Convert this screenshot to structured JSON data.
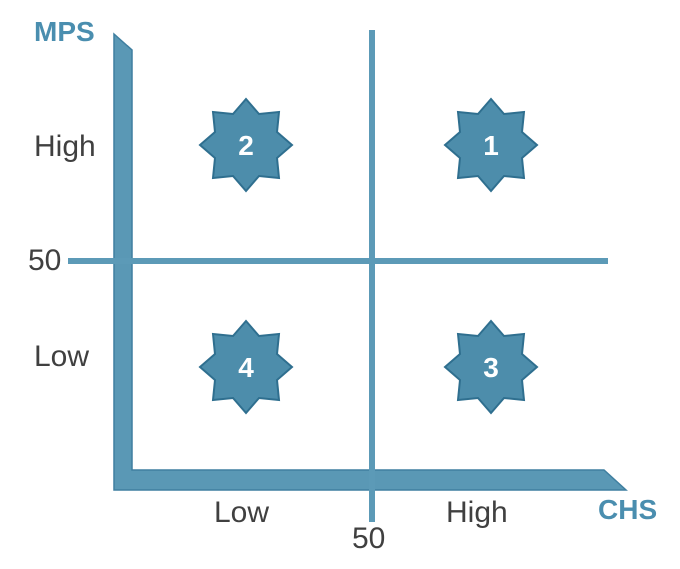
{
  "axes": {
    "y_title": "MPS",
    "x_title": "CHS",
    "y_high": "High",
    "y_low": "Low",
    "y_mid": "50",
    "x_low": "Low",
    "x_high": "High",
    "x_mid": "50"
  },
  "quadrants": [
    {
      "id": "2",
      "label": "2"
    },
    {
      "id": "1",
      "label": "1"
    },
    {
      "id": "4",
      "label": "4"
    },
    {
      "id": "3",
      "label": "3"
    }
  ],
  "colors": {
    "axis_fill": "#5a98b5",
    "axis_edge": "#3f7fa0",
    "divider": "#5c9ab7",
    "badge_fill": "#4d8dab",
    "badge_edge": "#2f6f8f",
    "title": "#4a8eaf",
    "text": "#404040"
  }
}
